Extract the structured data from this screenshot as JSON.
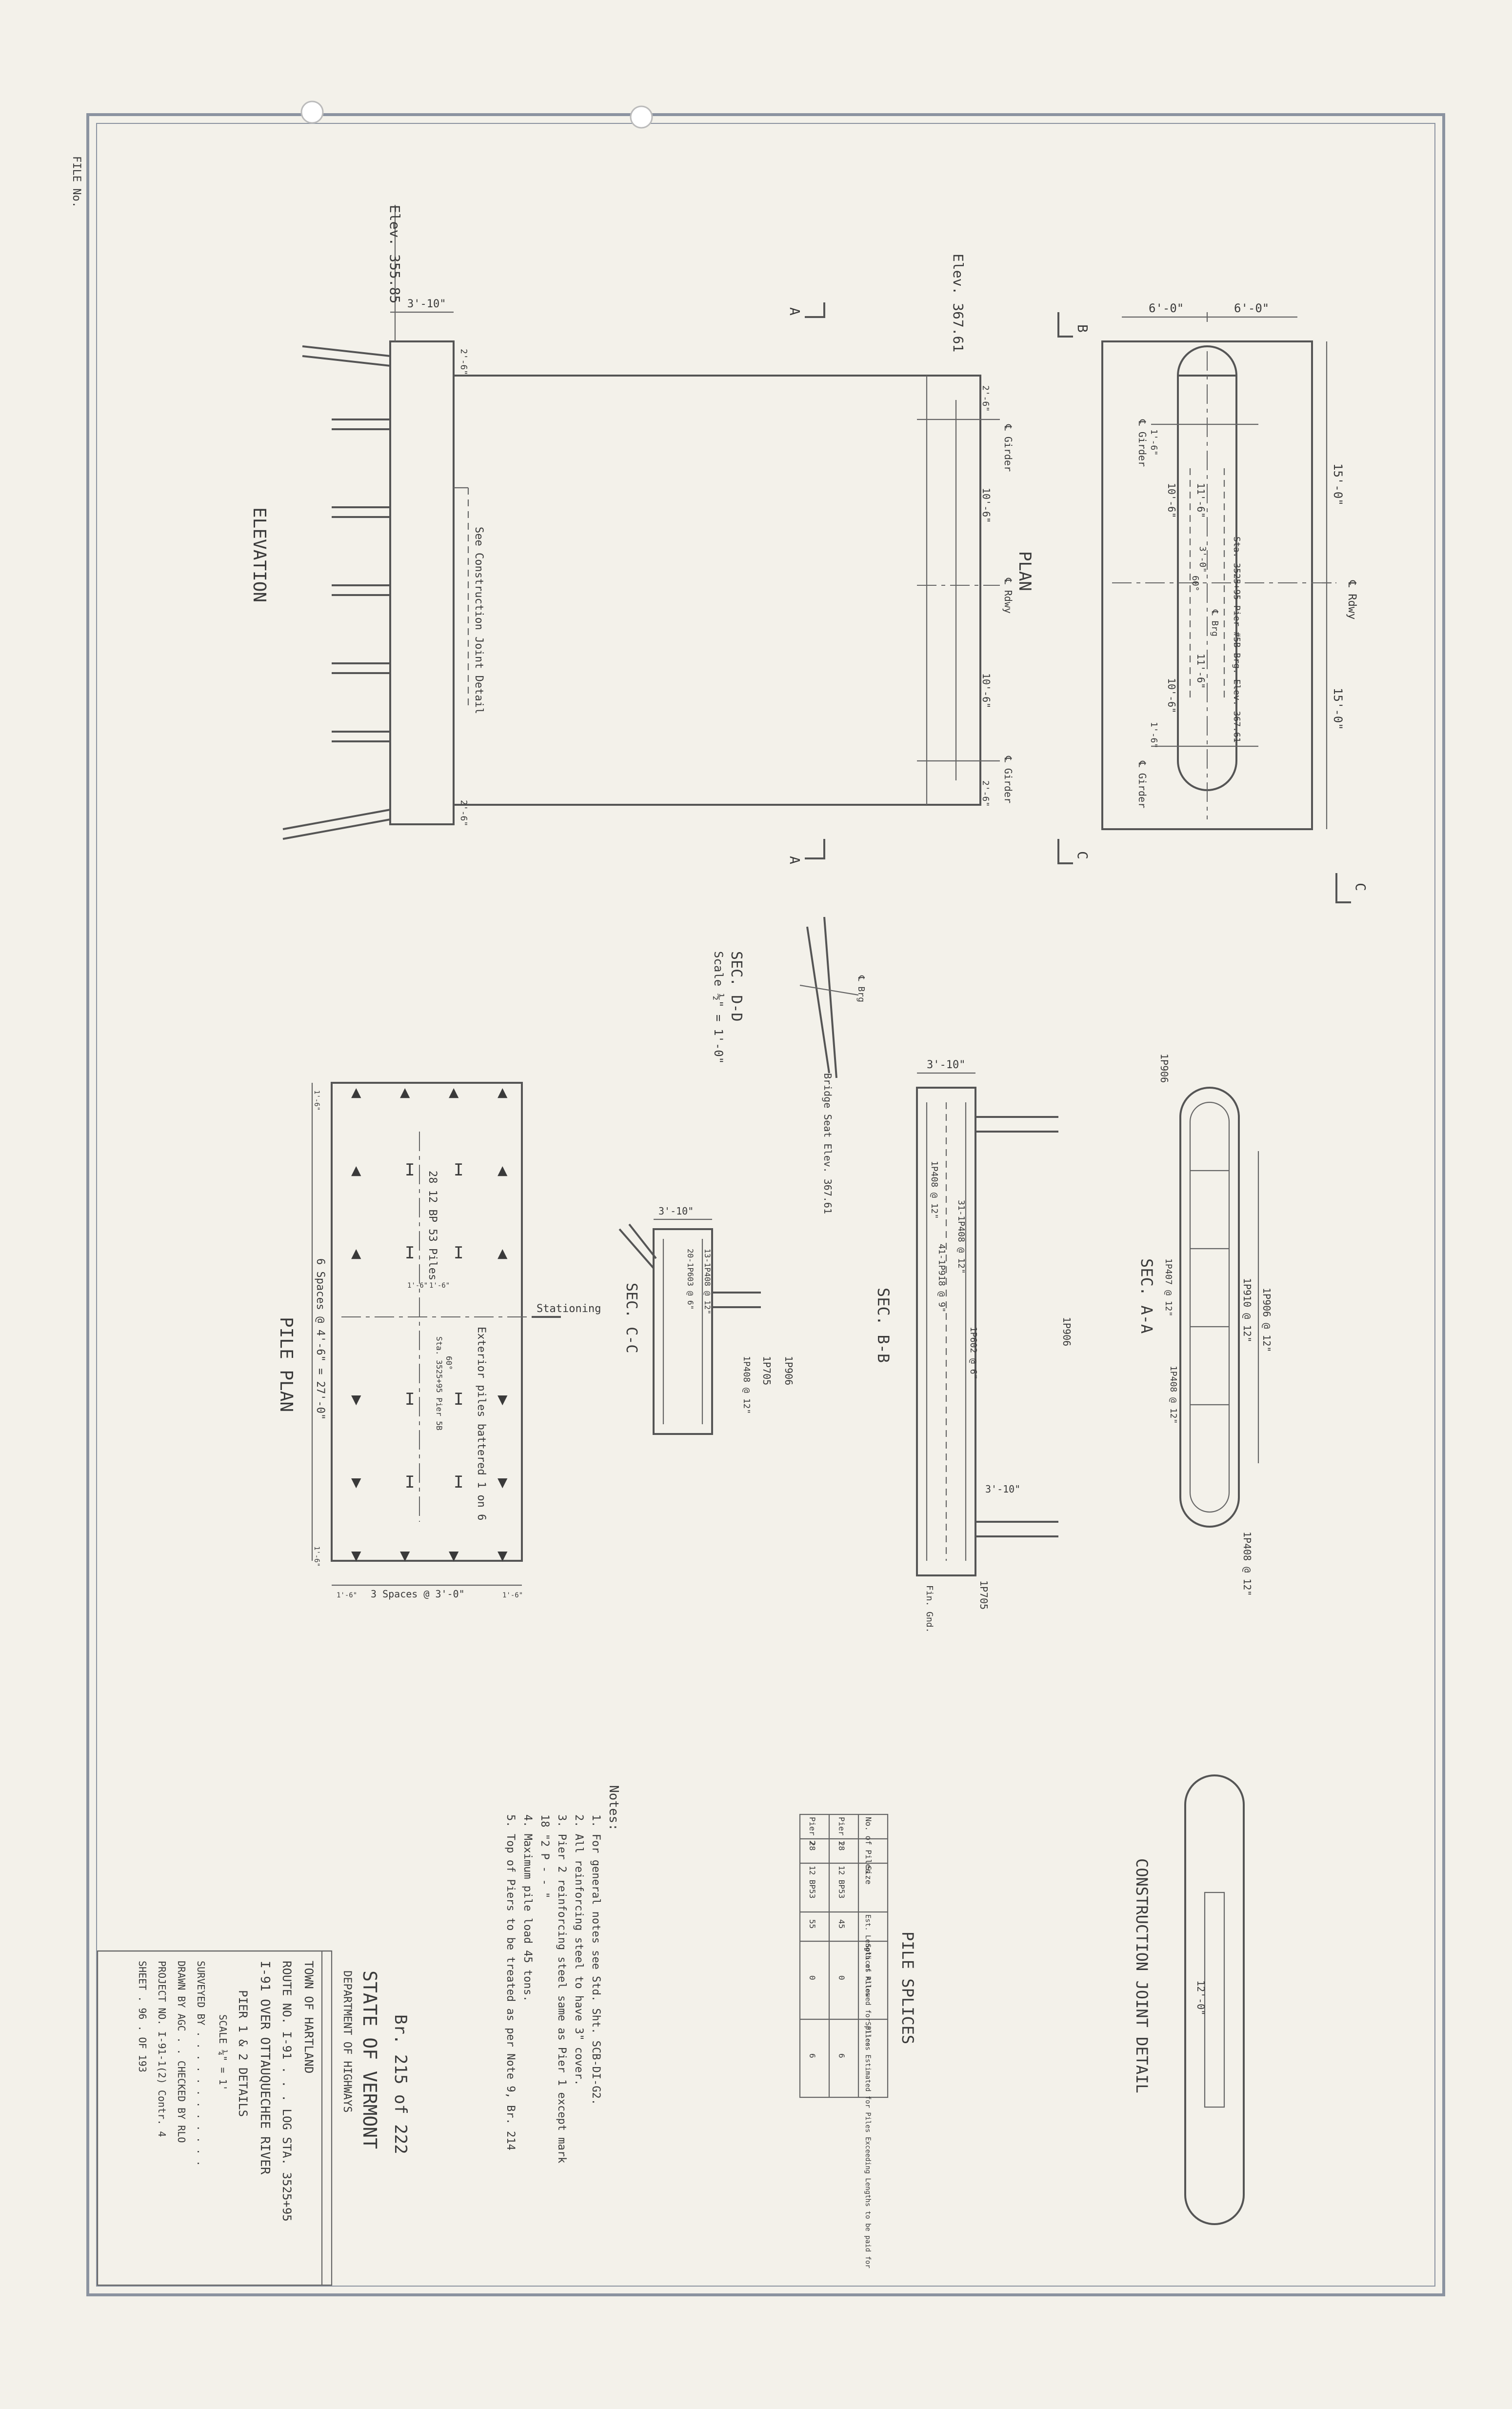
{
  "colors": {
    "paper": "#f3f1ea",
    "ink": "#555555",
    "border": "#8b93a0"
  },
  "plan": {
    "title": "PLAN",
    "elev": "Elev. 367.61",
    "dim_left": "6'-0\"",
    "dim_right": "6'-0\"",
    "dim_15_top": "15'-0\"",
    "dim_15_bottom": "15'-0\"",
    "rdwy": "℄ Rdwy",
    "girder_1": "℄ Girder",
    "girder_2": "℄ Girder",
    "girder_3": "℄ Girder",
    "girder_4": "℄ Girder",
    "rdwy_2": "℄ Rdwy",
    "brg": "℄ Brg",
    "dim_10_6_a": "10'-6\"",
    "dim_10_6_b": "10'-6\"",
    "dim_10_6_c": "10'-6\"",
    "dim_10_6_d": "10'-6\"",
    "dim_11_6_a": "11'-6\"",
    "dim_11_6_b": "11'-6\"",
    "dim_2_6_a": "2'-6\"",
    "dim_2_6_b": "2'-6\"",
    "dim_1_6_a": "1'-6\"",
    "dim_1_6_b": "1'-6\"",
    "sta_note": "Sta. 3525+95  Pier #5B  Brg. Elev. 367.61",
    "angle": "60°",
    "dim_3": "3'-0\""
  },
  "elevation": {
    "title": "ELEVATION",
    "elev": "Elev. 355.85",
    "dim_top": "3'-10\"",
    "joint_note": "See Construction Joint Detail",
    "dim_2_6_top": "2'-6\"",
    "dim_2_6_bot": "2'-6\""
  },
  "sections": {
    "a_label": "A",
    "b_label": "B",
    "c_label": "C",
    "sec_aa": "SEC. A-A",
    "sec_bb": "SEC. B-B",
    "sec_cc": "SEC. C-C",
    "sec_dd": "SEC. D-D",
    "scale_dd": "Scale ½\" = 1'-0\"",
    "bridge_seat": "Bridge Seat Elev. 367.61",
    "bar_a1": "1P906",
    "bar_a2": "1P906 @ 12\"",
    "bar_a3": "1P910 @ 12\"",
    "bar_a4": "1P407 @ 12\"",
    "bar_a5": "1P408 @ 12\"",
    "bar_a6": "1P408 @ 12\"",
    "bar_b1": "1P906",
    "bar_b2": "31-1P408 @ 12\"",
    "bar_b3": "41-1P918 @ 9\"",
    "bar_b4": "1P408 @ 12\"",
    "bar_b5": "1P602 @ 6\"",
    "bar_b6": "1P705",
    "dim_b_top": "3'-10\"",
    "dim_b_side": "3'-10\"",
    "cover": "Fin. Gnd.",
    "bar_c1": "13-1P408 @ 12\"",
    "bar_c2": "20-1P603 @ 6\"",
    "bar_c3": "1P906",
    "bar_c4": "1P705",
    "bar_c5": "1P408 @ 12\"",
    "dim_c_top": "3'-10\""
  },
  "pile_plan": {
    "title": "PILE PLAN",
    "piles": "28 12 BP 53 Piles",
    "battered": "Exterior piles battered 1 on 6",
    "stationing": "Stationing",
    "spaces_long": "6 Spaces @ 4'-6\" = 27'-0\"",
    "spaces_short": "3 Spaces @ 3'-0\"",
    "sta_note": "Sta. 3525+95  Pier 5B",
    "angle": "60°",
    "dim_1_6_a": "1'-6\"",
    "dim_1_6_b": "1'-6\"",
    "dim_1_6_c": "1'-6\"",
    "dim_1_6_d": "1'-6\"",
    "dim_1_6_e": "1'-6\"",
    "dim_1_6_f": "1'-6\""
  },
  "construction_joint": {
    "title": "CONSTRUCTION JOINT DETAIL",
    "dim": "12'-0\""
  },
  "pile_splices": {
    "title": "PILE SPLICES",
    "headers": [
      "No. of Piles",
      "Size",
      "Est. Length of Piles",
      "Splices Allowed for Piles",
      "Splices Estimated for Piles Exceeding Lengths to be paid for"
    ],
    "rows": [
      [
        "Pier 1",
        "28",
        "12 BP53",
        "45",
        "0",
        "6"
      ],
      [
        "Pier 2",
        "28",
        "12 BP53",
        "55",
        "0",
        "6"
      ]
    ]
  },
  "notes": {
    "title": "Notes:",
    "lines": [
      "1. For general notes see Std. Sht. SCB-DI-G2.",
      "2. All reinforcing steel to have 3\" cover.",
      "3. Pier 2 reinforcing steel same as Pier 1 except mark",
      "   18 \"2 P  - -  \"",
      "4. Maximum pile load 45 tons.",
      "5. Top of Piers to be treated as per Note 9, Br. 214"
    ]
  },
  "title_block": {
    "sheet_ref": "Br. 215 of 222",
    "state": "STATE OF VERMONT",
    "dept": "DEPARTMENT OF HIGHWAYS",
    "town": "TOWN OF HARTLAND",
    "route": "ROUTE NO. I-91 . . . LOG STA. 3525+95",
    "bridge": "I-91 OVER OTTAUQUECHEE RIVER",
    "drawing": "PIER 1 & 2 DETAILS",
    "scale": "SCALE ¼\" = 1'",
    "surveyed": "SURVEYED BY . . . . . . . . . . . .",
    "drawn": "DRAWN BY AGC . . CHECKED BY RLO",
    "project": "PROJECT NO. I-91-1(2) Contr. 4",
    "sheet": "SHEET . 96 . OF 193"
  },
  "margin_stamp": "FILE No."
}
